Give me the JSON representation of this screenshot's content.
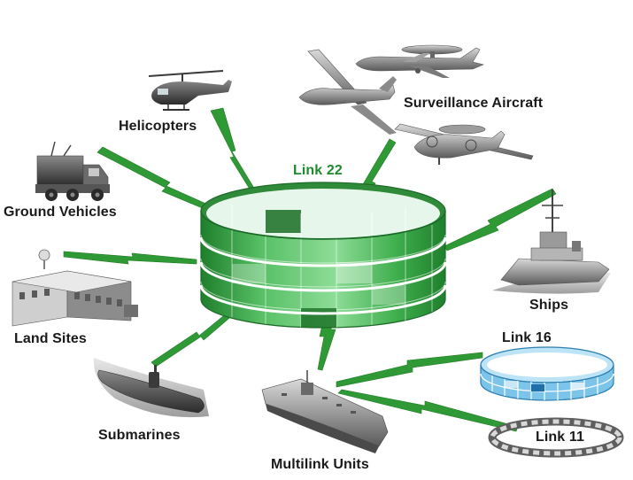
{
  "labels": {
    "link22": "Link 22",
    "helicopters": "Helicopters",
    "surveillance": "Surveillance Aircraft",
    "ground": "Ground Vehicles",
    "land": "Land Sites",
    "ships": "Ships",
    "submarines": "Submarines",
    "multilink": "Multilink Units",
    "link16": "Link 16",
    "link11": "Link 11"
  },
  "colors": {
    "link22_green": "#2e9e3c",
    "link22_light": "#7fd08a",
    "link16_blue": "#5ab0e0",
    "link11_gray": "#7a7a7a",
    "bolt_green": "#2f9a35"
  },
  "icons": {
    "helicopter": "helicopter-icon",
    "awacs": "awacs-aircraft-icon",
    "drone": "uav-drone-icon",
    "hawkeye": "propeller-aircraft-icon",
    "vehicle": "military-truck-icon",
    "building": "radar-building-icon",
    "ship": "destroyer-ship-icon",
    "submarine": "submarine-icon",
    "carrier": "aircraft-carrier-icon"
  }
}
